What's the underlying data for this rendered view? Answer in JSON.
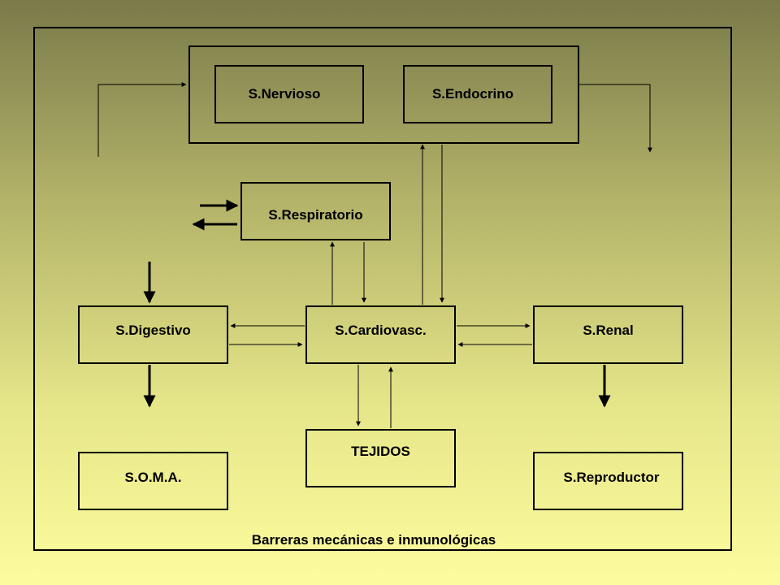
{
  "nodes": {
    "nervioso": "S.Nervioso",
    "endocrino": "S.Endocrino",
    "respiratorio": "S.Respiratorio",
    "digestivo": "S.Digestivo",
    "cardiovasc": "S.Cardiovasc.",
    "renal": "S.Renal",
    "tejidos": "TEJIDOS",
    "soma": "S.O.M.A.",
    "reproductor": "S.Reproductor"
  },
  "caption": "Barreras mecánicas e inmunológicas",
  "colors": {
    "line": "#000000",
    "bg_top": "#7a7a4a",
    "bg_bottom": "#fdfd9f"
  }
}
